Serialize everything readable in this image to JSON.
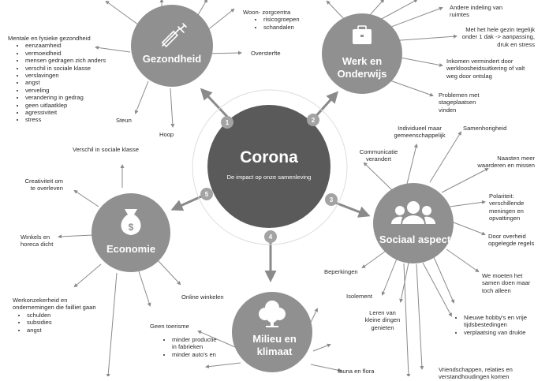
{
  "center": {
    "title": "Corona",
    "subtitle": "De impact op onze samenleving"
  },
  "colors": {
    "center": "#5a5a5a",
    "hub": "#909090",
    "line": "#8a8a8a",
    "badge": "#a3a3a3",
    "text": "#2a2a2a"
  },
  "hubs": [
    {
      "num": "1",
      "title": [
        "Gezondheid"
      ],
      "icon": "syringe-icon"
    },
    {
      "num": "2",
      "title": [
        "Werk en",
        "Onderwijs"
      ],
      "icon": "briefcase-icon"
    },
    {
      "num": "3",
      "title": [
        "Sociaal aspect"
      ],
      "icon": "people-icon"
    },
    {
      "num": "4",
      "title": [
        "Milieu en",
        "klimaat"
      ],
      "icon": "tree-icon"
    },
    {
      "num": "5",
      "title": [
        "Economie"
      ],
      "icon": "money-bag-icon"
    }
  ],
  "gezondheid": {
    "mental": {
      "title": "Mentale en fysieke gezondheid",
      "items": [
        "eenzaamheid",
        "vermoeidheid",
        "mensen gedragen zich anders",
        "verschil in sociale klasse",
        "verslavingen",
        "angst",
        "verveling",
        "verandering in gedrag",
        "geen uitlaatklep",
        "agressiviteit",
        "stress"
      ]
    },
    "woon": {
      "title": "Woon- zorgcentra",
      "items": [
        "risicogroepen",
        "schandalen"
      ]
    },
    "oversterfte": "Oversterfte",
    "steun": "Steun",
    "hoop": "Hoop"
  },
  "werk": {
    "indeling": [
      "Andere indeling van",
      "ruimtes"
    ],
    "gezin": [
      "Met het hele gezin tegelijk",
      "onder 1 dak -> aanpassing,",
      "druk en stress"
    ],
    "inkomen": [
      "Inkomen vermindert door",
      "werkloosheidsuitkering of valt",
      "weg door ontslag"
    ],
    "stage": [
      "Problemen met",
      "stageplaatsen",
      "vinden"
    ]
  },
  "sociaal": {
    "individueel": [
      "Individueel maar",
      "gemeenschappelijk"
    ],
    "samenhorigheid": "Samenhorigheid",
    "communicatie": [
      "Communicatie",
      "verandert"
    ],
    "naasten": [
      "Naasten meer",
      "waarderen en missen"
    ],
    "polariteit": [
      "Polariteit:",
      "verschillende",
      "meningen en",
      "opvattingen"
    ],
    "overheid": [
      "Door overheid",
      "opgelegde regels"
    ],
    "beperkingen": "Beperkingen",
    "moeten": [
      "We moeten het",
      "samen doen maar",
      "toch alleen"
    ],
    "isolement": "Isolement",
    "leren": [
      "Leren van",
      "kleine dingen",
      "genieten"
    ],
    "hobbys": [
      "Nieuwe hobby's en vrije",
      "tijdsbestedingen",
      "verplaatsing van drukte"
    ],
    "vriendschappen": [
      "Vriendschappen, relaties en",
      "verstandhoudingen komen"
    ]
  },
  "economie": {
    "verschil": "Verschil in sociale klasse",
    "creativiteit": [
      "Creativiteit om",
      "te overleven"
    ],
    "winkels": [
      "Winkels en",
      "horeca dicht"
    ],
    "werkonzekerheid": {
      "title": [
        "Werkonzekerheid en",
        "ondernemingen die failliet gaan"
      ],
      "items": [
        "schulden",
        "subsidies",
        "angst"
      ]
    },
    "online": "Online winkelen",
    "toerisme": "Geen toerisme"
  },
  "milieu": {
    "items": [
      "minder productie",
      "in fabrieken",
      "minder auto's en"
    ],
    "fauna": "fauna en flora"
  }
}
